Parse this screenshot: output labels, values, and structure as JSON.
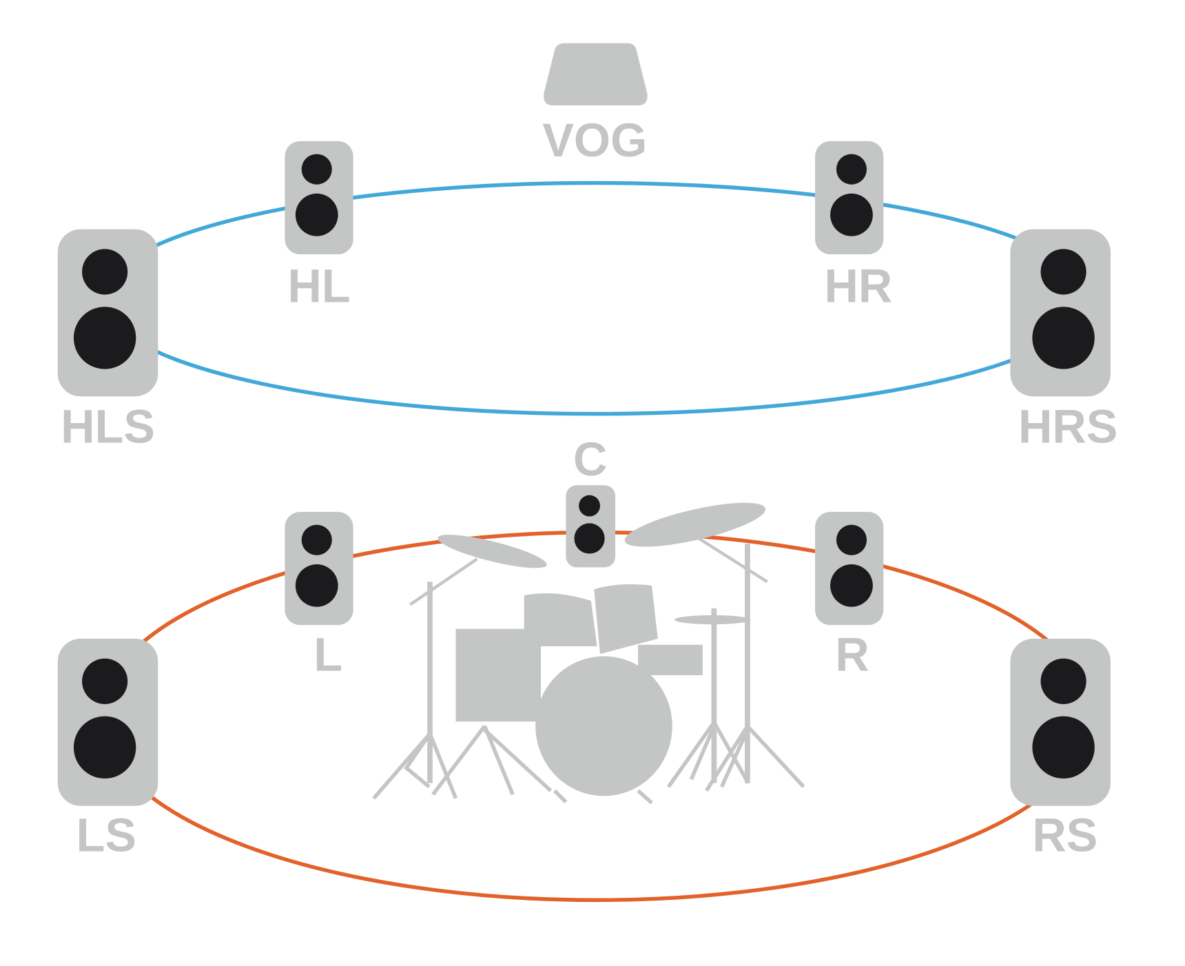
{
  "title": "Speaker layout with drum kit",
  "colors": {
    "height_ring": "#42a8d8",
    "ear_ring": "#e2622a",
    "speaker_body": "#c4c5c5",
    "driver": "#1b1a1c"
  },
  "speakers": {
    "vog": {
      "label": "VOG"
    },
    "hl": {
      "label": "HL"
    },
    "hr": {
      "label": "HR"
    },
    "hls": {
      "label": "HLS"
    },
    "hrs": {
      "label": "HRS"
    },
    "c": {
      "label": "C"
    },
    "l": {
      "label": "L"
    },
    "r": {
      "label": "R"
    },
    "ls": {
      "label": "LS"
    },
    "rs": {
      "label": "RS"
    }
  }
}
